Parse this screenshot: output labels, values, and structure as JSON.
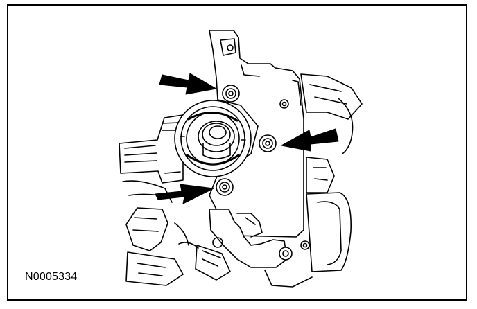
{
  "figure": {
    "id_label": "N0005334",
    "subject": "engine-component-illustration",
    "arrows": [
      {
        "name": "arrow-upper-left",
        "points_to": "upper-bolt"
      },
      {
        "name": "arrow-right",
        "points_to": "right-bolt"
      },
      {
        "name": "arrow-lower-left",
        "points_to": "lower-bolt"
      }
    ],
    "colors": {
      "line": "#000000",
      "background": "#ffffff"
    }
  }
}
